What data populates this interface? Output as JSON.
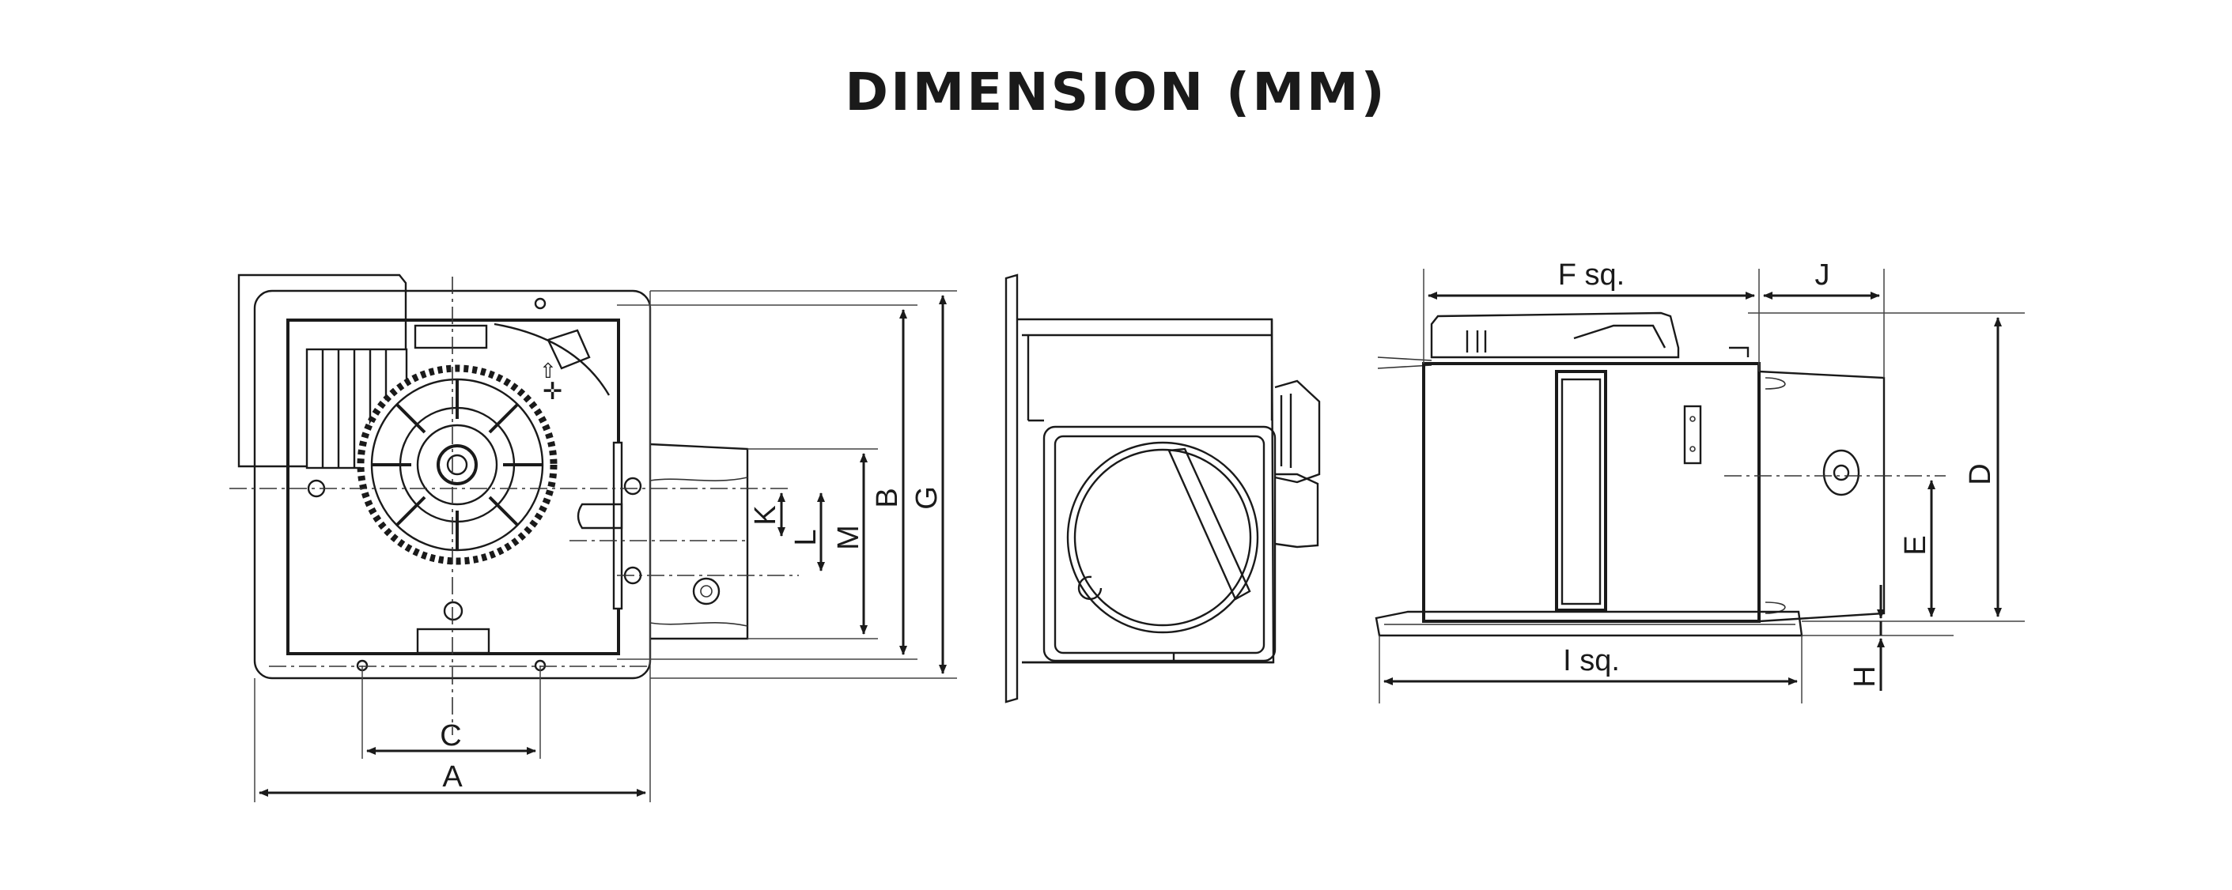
{
  "title": "DIMENSION (MM)",
  "labels": {
    "a": "A",
    "b": "B",
    "c": "C",
    "d": "D",
    "e": "E",
    "f": "F sq.",
    "g": "G",
    "h": "H",
    "i": "I sq.",
    "j": "J",
    "k": "K",
    "l": "L",
    "m": "M"
  },
  "icons": [
    "arrow-head-icon",
    "screw-icon",
    "fan-wheel-icon",
    "louver-grille-icon",
    "damper-icon"
  ]
}
